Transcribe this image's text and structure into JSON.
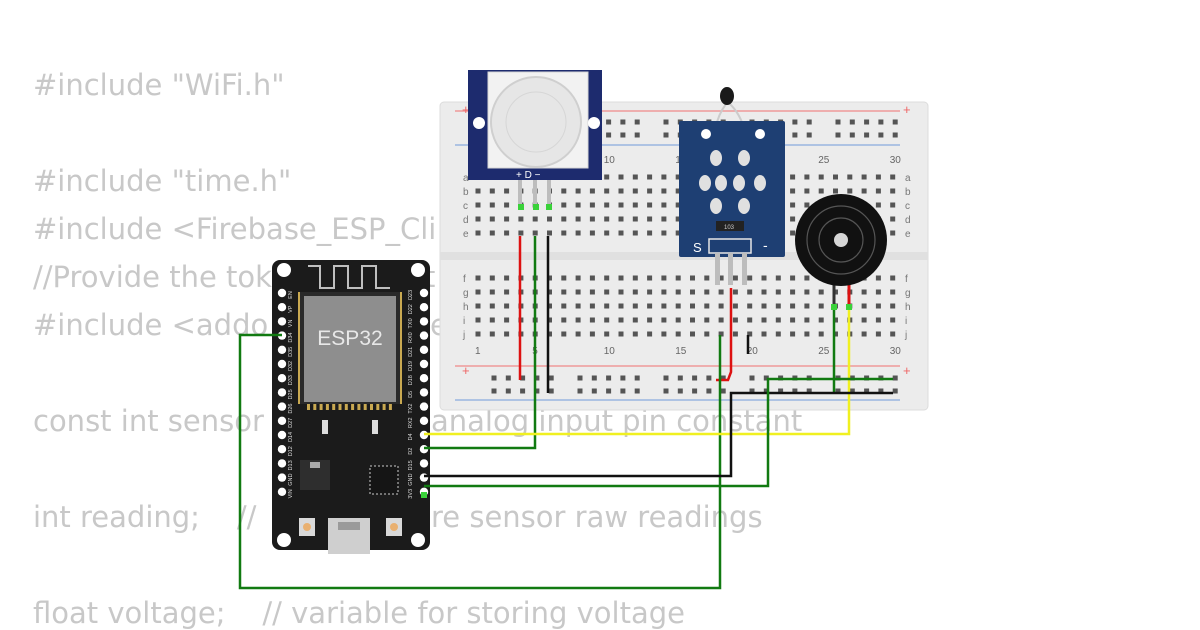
{
  "code": {
    "lines": [
      "#include \"WiFi.h\"",
      "#include \"time.h\"",
      "#include <Firebase_ESP_Cli",
      "//Provide the tok",
      "#include <addo",
      "const int sensor",
      "int reading;    //",
      "float voltage;    // variable for storing voltage"
    ],
    "fragments": {
      "provide_tail": "t",
      "addons_tail": "e",
      "analog_comment": "analog input pin constant",
      "reading_comment": "re sensor raw readings"
    }
  },
  "breadboard": {
    "column_numbers": [
      "1",
      "5",
      "10",
      "15",
      "20",
      "25",
      "30"
    ],
    "row_letters_top": [
      "a",
      "b",
      "c",
      "d",
      "e"
    ],
    "row_letters_bottom": [
      "f",
      "g",
      "h",
      "i",
      "j"
    ],
    "rail_plus": "+",
    "rail_minus": "-"
  },
  "pir": {
    "pin_labels": "+ D −"
  },
  "thermistor": {
    "resistor_label": "103",
    "s_label": "S",
    "minus_label": "-"
  },
  "esp32": {
    "chip_label": "ESP32",
    "left_pins": [
      "EN",
      "VP",
      "VN",
      "D34",
      "D35",
      "D32",
      "D33",
      "D25",
      "D26",
      "D27",
      "D14",
      "D12",
      "D13",
      "GND",
      "VIN"
    ],
    "right_pins": [
      "D23",
      "D22",
      "TX0",
      "RX0",
      "D21",
      "D19",
      "D18",
      "D5",
      "TX2",
      "RX2",
      "D4",
      "D2",
      "D15",
      "GND",
      "3V3"
    ]
  },
  "wire_colors": {
    "green": "#117a11",
    "yellow": "#f0f020",
    "black": "#111111",
    "red": "#dd1111"
  }
}
